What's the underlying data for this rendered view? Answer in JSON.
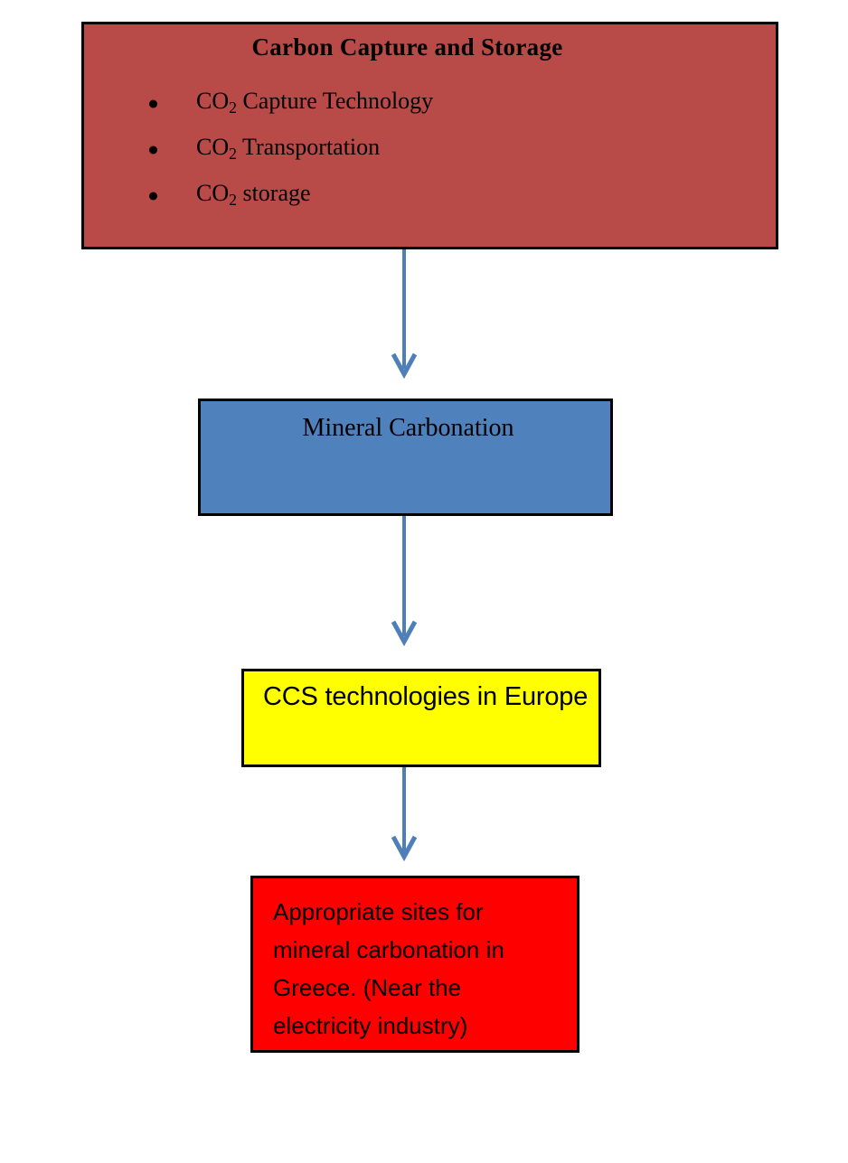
{
  "diagram": {
    "title": "Carbon Capture and Storage flowchart",
    "background_color": "#FFFFFF",
    "nodes": [
      {
        "id": "ccs",
        "title": "Carbon Capture and Storage",
        "fill_color": "#B84A48",
        "border_color": "#000000",
        "text_color": "#000000",
        "bullets": [
          {
            "prefix": "CO",
            "subscript": "2",
            "suffix": " Capture Technology"
          },
          {
            "prefix": "CO",
            "subscript": "2",
            "suffix": " Transportation"
          },
          {
            "prefix": "CO",
            "subscript": "2",
            "suffix": " storage"
          }
        ]
      },
      {
        "id": "mineral",
        "label": "Mineral Carbonation",
        "fill_color": "#4F81BD",
        "border_color": "#000000",
        "text_color": "#000000"
      },
      {
        "id": "europe",
        "label": "CCS technologies in Europe",
        "fill_color": "#FFFF00",
        "border_color": "#000000",
        "text_color": "#000000"
      },
      {
        "id": "sites",
        "label": "Appropriate sites for mineral carbonation in Greece. (Near the electricity industry)",
        "lines": [
          "Appropriate sites for",
          "mineral carbonation in",
          "Greece. (Near the",
          "electricity industry)"
        ],
        "fill_color": "#FE0000",
        "border_color": "#000000",
        "text_color": "#000000"
      }
    ],
    "connectors": [
      {
        "id": "arrow-ccs-to-mineral",
        "from": "ccs",
        "to": "mineral",
        "color": "#4E7FB8",
        "style": "open-arrow-down"
      },
      {
        "id": "arrow-mineral-to-europe",
        "from": "mineral",
        "to": "europe",
        "color": "#4E7FB8",
        "style": "open-arrow-down"
      },
      {
        "id": "arrow-europe-to-sites",
        "from": "europe",
        "to": "sites",
        "color": "#4E7FB8",
        "style": "open-arrow-down"
      }
    ]
  }
}
